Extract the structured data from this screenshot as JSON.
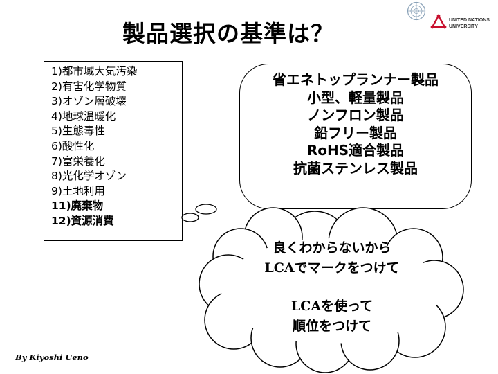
{
  "title": "製品選択の基準は？",
  "criteria": [
    "1)都市域大気汚染",
    "2)有害化学物質",
    "3)オゾン層破壊",
    "4)地球温暖化",
    "5)生態毒性",
    "6)酸性化",
    "7)富栄養化",
    "8)光化学オゾン",
    "9)土地利用",
    "11)廃棄物",
    "12)資源消費"
  ],
  "products": [
    "省エネトップランナー製品",
    "小型、軽量製品",
    "ノンフロン製品",
    "鉛フリー製品",
    "RoHS適合製品",
    "抗菌ステンレス製品"
  ],
  "thought_lines_1": [
    "良くわからないから",
    "LCAでマークをつけて"
  ],
  "thought_lines_2": [
    "LCAを使って",
    "順位をつけて"
  ],
  "author": "By Kiyoshi Ueno",
  "logo": {
    "un_emblem_icon": "un-emblem-icon",
    "unu_line1": "UNITED NATIONS",
    "unu_line2": "UNIVERSITY",
    "unu_color": "#c8102e"
  }
}
